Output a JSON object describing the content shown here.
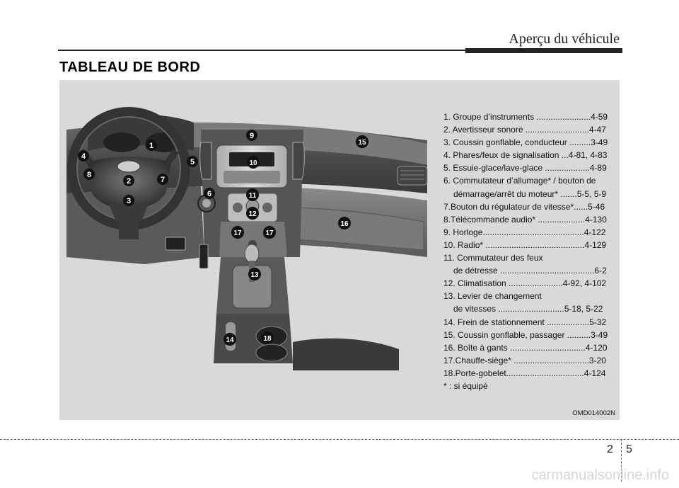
{
  "header": {
    "section": "Aperçu du véhicule"
  },
  "title": "TABLEAU DE BORD",
  "figure": {
    "code": "OMD014002N",
    "callouts": [
      "1",
      "2",
      "3",
      "4",
      "5",
      "6",
      "7",
      "8",
      "9",
      "10",
      "11",
      "12",
      "13",
      "14",
      "15",
      "16",
      "17",
      "17",
      "18"
    ]
  },
  "legend": [
    {
      "line1": "1. Groupe d’instruments .......................4-59",
      "line2": ""
    },
    {
      "line1": "2. Avertisseur sonore ...........................4-47",
      "line2": ""
    },
    {
      "line1": "3. Coussin gonflable, conducteur .........3-49",
      "line2": ""
    },
    {
      "line1": "4. Phares/feux de signalisation ...4-81, 4-83",
      "line2": ""
    },
    {
      "line1": "5. Essuie-glace/lave-glace ...................4-89",
      "line2": ""
    },
    {
      "line1": "6. Commutateur d’allumage* / bouton de",
      "line2": "démarrage/arrêt du moteur* .......5-5, 5-9"
    },
    {
      "line1": "7.Bouton du régulateur de vitesse*......5-46",
      "line2": ""
    },
    {
      "line1": "8.Télécommande audio* ....................4-130",
      "line2": ""
    },
    {
      "line1": "9. Horloge...........................................4-122",
      "line2": ""
    },
    {
      "line1": "10. Radio* ..........................................4-129",
      "line2": ""
    },
    {
      "line1": "11. Commutateur des feux",
      "line2": "de détresse ........................................6-2"
    },
    {
      "line1": "12. Climatisation .......................4-92, 4-102",
      "line2": ""
    },
    {
      "line1": "13. Levier de changement",
      "line2": "de vitesses ............................5-18, 5-22"
    },
    {
      "line1": "14. Frein de stationnement ..................5-32",
      "line2": ""
    },
    {
      "line1": "15. Coussin gonflable, passager ..........3-49",
      "line2": ""
    },
    {
      "line1": "16. Boîte à gants ................................4-120",
      "line2": ""
    },
    {
      "line1": "17.Chauffe-siège* ................................3-20",
      "line2": ""
    },
    {
      "line1": "18.Porte-gobelet.................................4-124",
      "line2": ""
    }
  ],
  "note": "* : si équipé",
  "footer": {
    "chapter": "2",
    "page": "5"
  },
  "watermark": "carmanualsonline.info"
}
